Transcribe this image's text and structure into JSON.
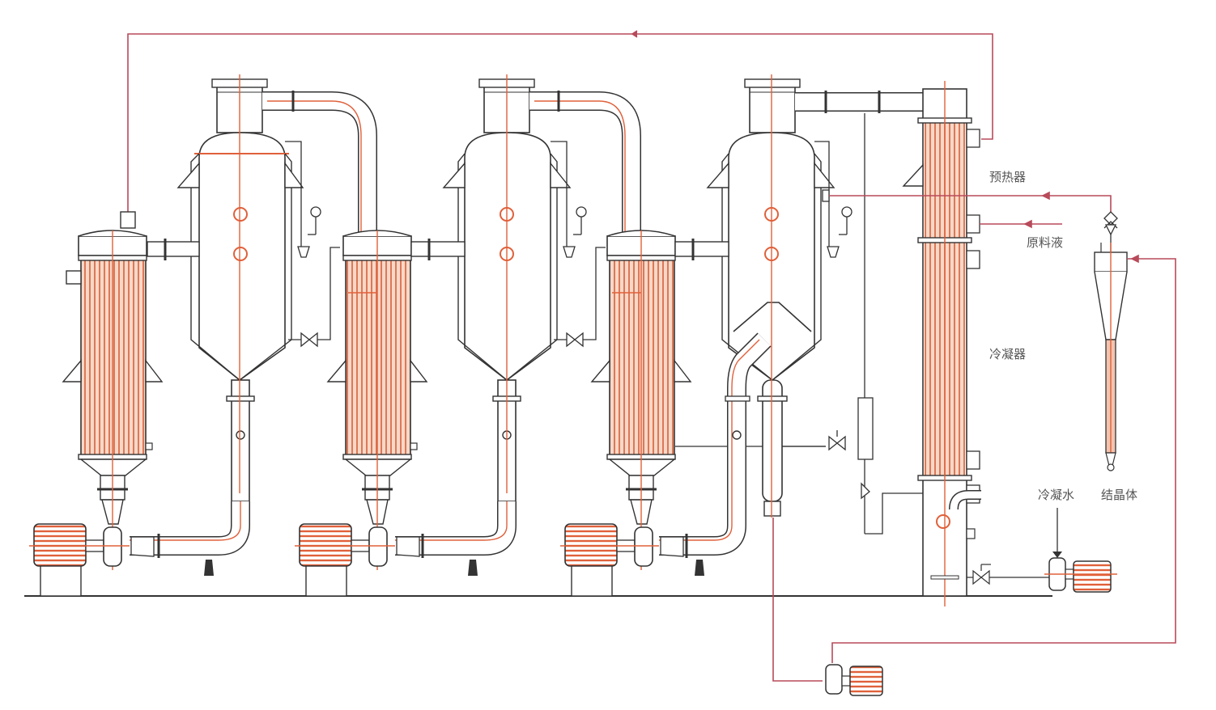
{
  "labels": {
    "preheater": "预热器",
    "feed_liquid": "原料液",
    "condenser": "冷凝器",
    "cooling_water": "冷凝水",
    "crystal": "结晶体"
  },
  "colors": {
    "line": "#3a3a3a",
    "accent": "#e0603a",
    "flow": "#b84a5a",
    "vessel_fill": "#ffffff",
    "motor_fill": "#e8704a"
  }
}
